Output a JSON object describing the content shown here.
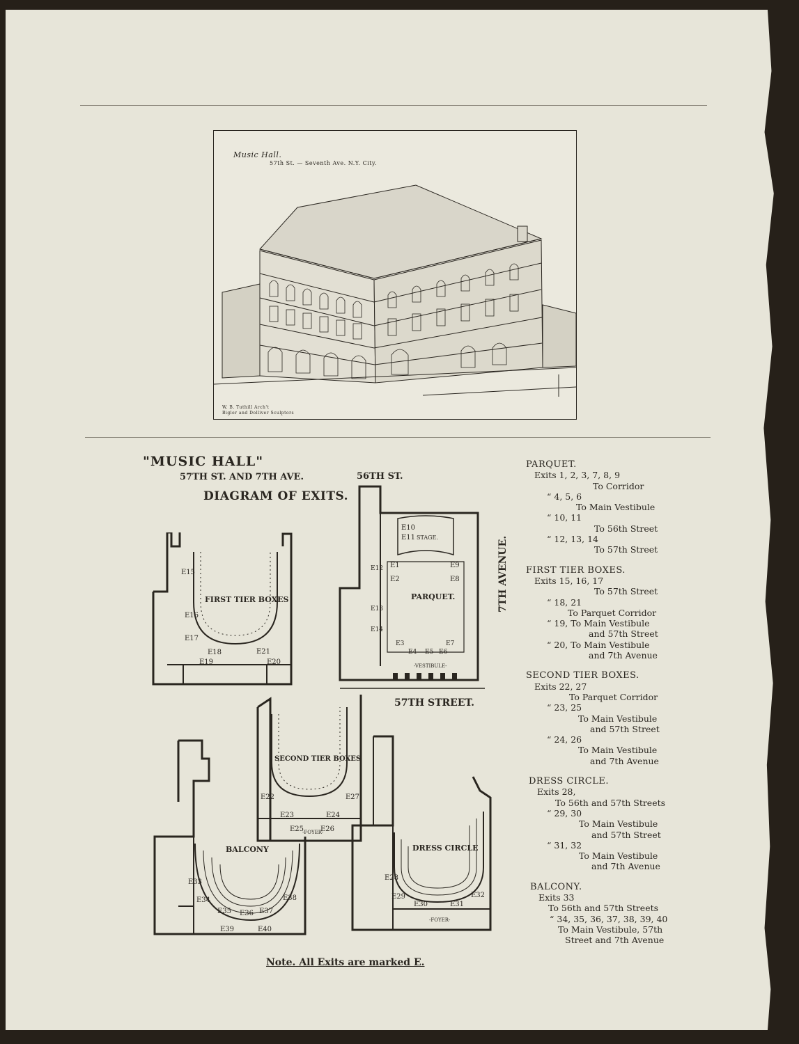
{
  "building": {
    "caption_title": "Music Hall.",
    "caption_sub": "57th St. — Seventh Ave. N.Y. City.",
    "credit_1": "W. B. Tuthill Arch't",
    "credit_2": "Bigler and Dolliver Sculptors"
  },
  "title": {
    "line1": "\"MUSIC HALL\"",
    "line2": "57TH ST. AND 7TH AVE.",
    "line3": "DIAGRAM OF EXITS."
  },
  "streets": {
    "north": "56TH ST.",
    "south": "57TH STREET.",
    "east": "7TH AVENUE."
  },
  "plans": {
    "first_tier": {
      "name": "FIRST TIER BOXES",
      "exits": [
        "E15",
        "E16",
        "E17",
        "E18",
        "E19",
        "E21",
        "E20"
      ]
    },
    "parquet": {
      "name": "PARQUET.",
      "stage": "STAGE.",
      "vestibule": "-VESTIBULE-",
      "exits": [
        "E10",
        "E11",
        "E1",
        "E2",
        "E9",
        "E8",
        "E12",
        "E13",
        "E14",
        "E3",
        "E4",
        "E5",
        "E6",
        "E7"
      ]
    },
    "second_tier": {
      "name": "SECOND TIER BOXES",
      "foyer": "-FOYER-",
      "exits": [
        "E22",
        "E23",
        "E24",
        "E27",
        "E25",
        "E26"
      ]
    },
    "balcony": {
      "name": "BALCONY",
      "exits": [
        "E33",
        "E34",
        "E35",
        "E36",
        "E37",
        "E38",
        "E39",
        "E40"
      ]
    },
    "dress_circle": {
      "name": "DRESS CIRCLE",
      "foyer": "-FOYER-",
      "exits": [
        "E28",
        "E29",
        "E30",
        "E31",
        "E32"
      ]
    }
  },
  "note": "Note. All Exits are marked E.",
  "legend": {
    "parquet": {
      "title": "PARQUET.",
      "l1": "Exits 1, 2, 3, 7, 8, 9",
      "l2": "To Corridor",
      "l3": "“  4, 5, 6",
      "l4": "To Main Vestibule",
      "l5": "“  10, 11",
      "l6": "To 56th Street",
      "l7": "“  12, 13, 14",
      "l8": "To 57th Street"
    },
    "first_tier": {
      "title": "FIRST TIER BOXES.",
      "l1": "Exits 15, 16, 17",
      "l2": "To 57th Street",
      "l3": "“  18, 21",
      "l4": "To Parquet Corridor",
      "l5": "“  19, To Main Vestibule",
      "l6": "and 57th Street",
      "l7": "“  20, To Main Vestibule",
      "l8": "and 7th Avenue"
    },
    "second_tier": {
      "title": "SECOND TIER BOXES.",
      "l1": "Exits 22, 27",
      "l2": "To Parquet Corridor",
      "l3": "“  23, 25",
      "l4": "To Main Vestibule",
      "l5": "and 57th Street",
      "l6": "“  24, 26",
      "l7": "To Main Vestibule",
      "l8": "and 7th Avenue"
    },
    "dress_circle": {
      "title": "DRESS CIRCLE.",
      "l1": "Exits 28,",
      "l2": "To 56th and 57th Streets",
      "l3": "“  29, 30",
      "l4": "To Main Vestibule",
      "l5": "and 57th Street",
      "l6": "“  31, 32",
      "l7": "To Main Vestibule",
      "l8": "and 7th Avenue"
    },
    "balcony": {
      "title": "BALCONY.",
      "l1": "Exits 33",
      "l2": "To 56th and 57th Streets",
      "l3": "“  34, 35, 36, 37, 38, 39, 40",
      "l4": "To Main Vestibule, 57th",
      "l5": "Street and 7th Avenue"
    }
  }
}
